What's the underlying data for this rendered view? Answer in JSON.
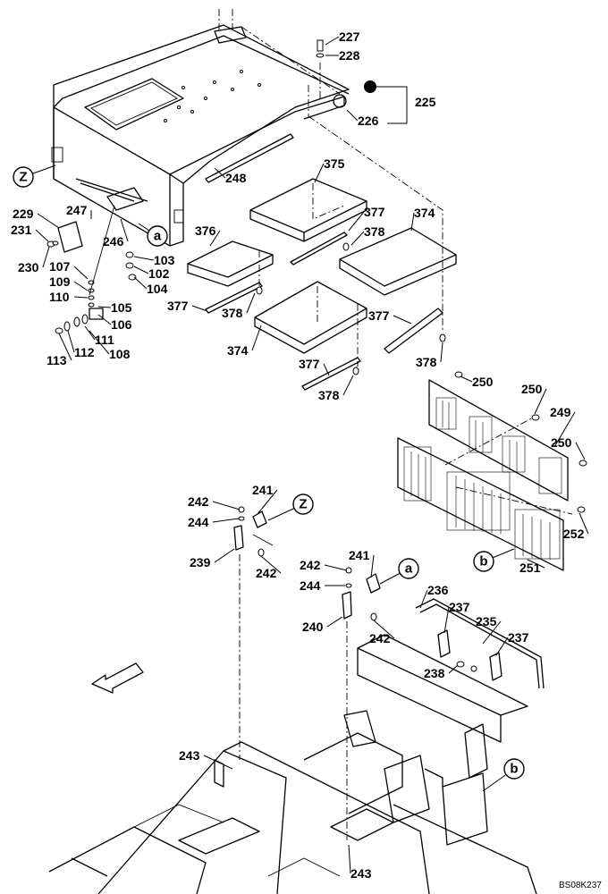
{
  "diagram": {
    "drawing_code": "BS08K237",
    "callouts": [
      {
        "id": "c227",
        "label": "227"
      },
      {
        "id": "c228",
        "label": "228"
      },
      {
        "id": "c225",
        "label": "225"
      },
      {
        "id": "c226",
        "label": "226"
      },
      {
        "id": "c248",
        "label": "248"
      },
      {
        "id": "c375",
        "label": "375"
      },
      {
        "id": "c377a",
        "label": "377"
      },
      {
        "id": "c378a",
        "label": "378"
      },
      {
        "id": "c374a",
        "label": "374"
      },
      {
        "id": "c376",
        "label": "376"
      },
      {
        "id": "c229",
        "label": "229"
      },
      {
        "id": "c247",
        "label": "247"
      },
      {
        "id": "c231",
        "label": "231"
      },
      {
        "id": "c246",
        "label": "246"
      },
      {
        "id": "c230",
        "label": "230"
      },
      {
        "id": "c107",
        "label": "107"
      },
      {
        "id": "c103",
        "label": "103"
      },
      {
        "id": "c109",
        "label": "109"
      },
      {
        "id": "c102",
        "label": "102"
      },
      {
        "id": "c110",
        "label": "110"
      },
      {
        "id": "c104",
        "label": "104"
      },
      {
        "id": "c105",
        "label": "105"
      },
      {
        "id": "c106",
        "label": "106"
      },
      {
        "id": "c111",
        "label": "111"
      },
      {
        "id": "c113",
        "label": "113"
      },
      {
        "id": "c112",
        "label": "112"
      },
      {
        "id": "c108",
        "label": "108"
      },
      {
        "id": "c377b",
        "label": "377"
      },
      {
        "id": "c378b",
        "label": "378"
      },
      {
        "id": "c377c",
        "label": "377"
      },
      {
        "id": "c374b",
        "label": "374"
      },
      {
        "id": "c378c",
        "label": "378"
      },
      {
        "id": "c377d",
        "label": "377"
      },
      {
        "id": "c378d",
        "label": "378"
      },
      {
        "id": "c250a",
        "label": "250"
      },
      {
        "id": "c250b",
        "label": "250"
      },
      {
        "id": "c249",
        "label": "249"
      },
      {
        "id": "c250c",
        "label": "250"
      },
      {
        "id": "c252",
        "label": "252"
      },
      {
        "id": "c251",
        "label": "251"
      },
      {
        "id": "c242a",
        "label": "242"
      },
      {
        "id": "c241a",
        "label": "241"
      },
      {
        "id": "c244a",
        "label": "244"
      },
      {
        "id": "c239",
        "label": "239"
      },
      {
        "id": "c242b",
        "label": "242"
      },
      {
        "id": "c242c",
        "label": "242"
      },
      {
        "id": "c241b",
        "label": "241"
      },
      {
        "id": "c244b",
        "label": "244"
      },
      {
        "id": "c240",
        "label": "240"
      },
      {
        "id": "c242d",
        "label": "242"
      },
      {
        "id": "c236",
        "label": "236"
      },
      {
        "id": "c237a",
        "label": "237"
      },
      {
        "id": "c235",
        "label": "235"
      },
      {
        "id": "c237b",
        "label": "237"
      },
      {
        "id": "c238",
        "label": "238"
      },
      {
        "id": "c243a",
        "label": "243"
      },
      {
        "id": "c243b",
        "label": "243"
      }
    ],
    "reference_circles": [
      {
        "id": "rZ1",
        "label": "Z"
      },
      {
        "id": "ra1",
        "label": "a"
      },
      {
        "id": "rZ2",
        "label": "Z"
      },
      {
        "id": "ra2",
        "label": "a"
      },
      {
        "id": "rb1",
        "label": "b"
      },
      {
        "id": "rb2",
        "label": "b"
      }
    ]
  }
}
